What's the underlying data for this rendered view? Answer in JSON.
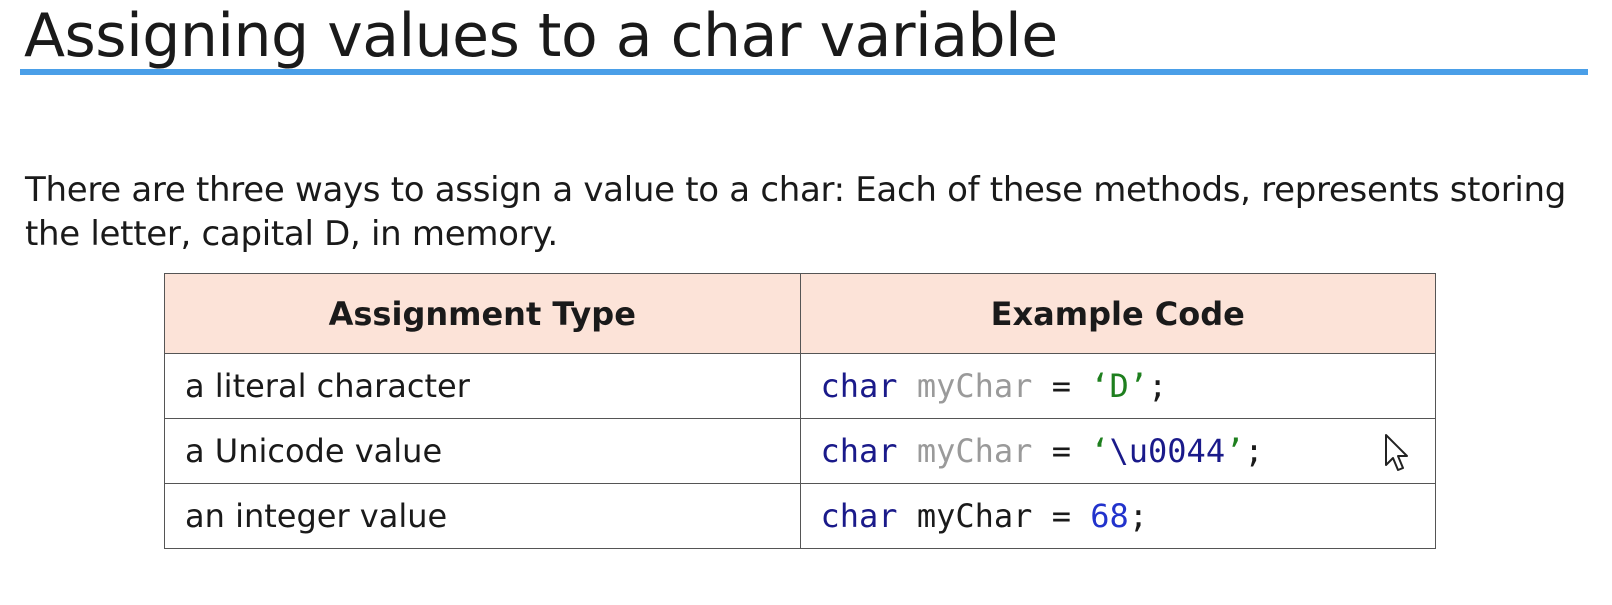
{
  "title": "Assigning values to a char variable",
  "intro": "There are three ways to assign a value to a char: Each of these methods, represents storing the letter, capital D, in memory.",
  "table": {
    "headers": [
      "Assignment Type",
      "Example Code"
    ],
    "rows": [
      {
        "type": "a literal character",
        "code": {
          "keyword": "char",
          "var": "myChar",
          "eq": "=",
          "value_open": "‘",
          "value_body": "D",
          "value_close": "’",
          "semi": ";"
        }
      },
      {
        "type": "a Unicode value",
        "code": {
          "keyword": "char",
          "var": "myChar",
          "eq": "=",
          "value_open": "‘",
          "value_body": "\\u0044",
          "value_close": "’",
          "semi": ";"
        }
      },
      {
        "type": "an integer value",
        "code": {
          "keyword": "char",
          "var": "myChar",
          "eq": "=",
          "value": "68",
          "semi": ";"
        }
      }
    ]
  },
  "colors": {
    "title_rule": "#4a9fe8",
    "header_bg": "#fce3d8",
    "keyword": "#1a1a8a",
    "string": "#1e7f1e",
    "number": "#2233cc",
    "var_muted": "#9a9a9a"
  },
  "icons": {
    "cursor": "mouse-pointer-icon"
  }
}
